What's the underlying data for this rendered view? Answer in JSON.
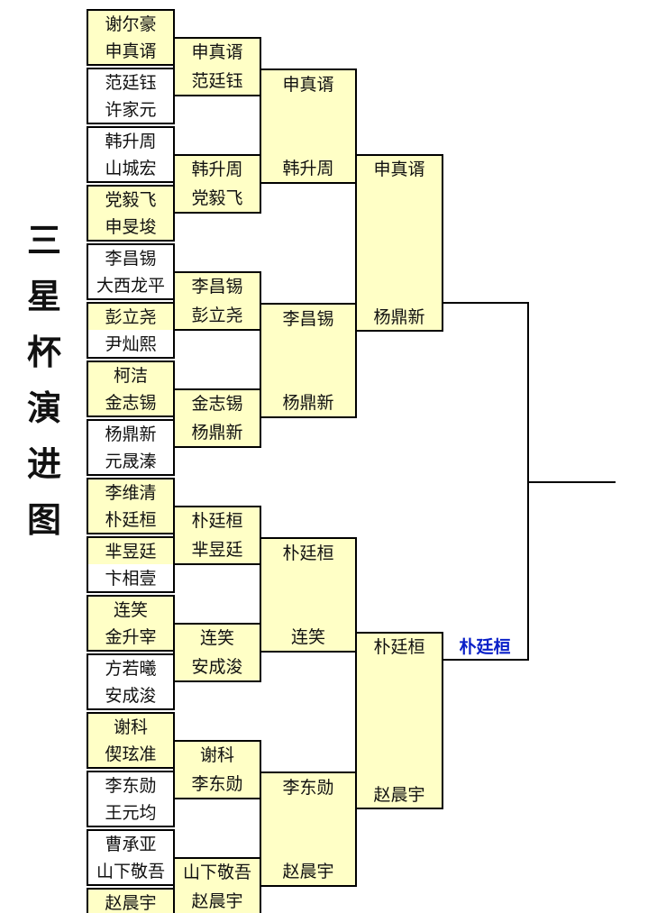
{
  "title": [
    "三",
    "星",
    "杯",
    "演",
    "进",
    "图"
  ],
  "round1": [
    [
      "谢尔豪",
      "申真谞"
    ],
    [
      "范廷钰",
      "许家元"
    ],
    [
      "韩升周",
      "山城宏"
    ],
    [
      "党毅飞",
      "申旻埈"
    ],
    [
      "李昌锡",
      "大西龙平"
    ],
    [
      "彭立尧",
      "尹灿熙"
    ],
    [
      "柯洁",
      "金志锡"
    ],
    [
      "杨鼎新",
      "元晟溱"
    ],
    [
      "李维清",
      "朴廷桓"
    ],
    [
      "芈昱廷",
      "卞相壹"
    ],
    [
      "连笑",
      "金升宰"
    ],
    [
      "方若曦",
      "安成浚"
    ],
    [
      "谢科",
      "偰玹准"
    ],
    [
      "李东勋",
      "王元均"
    ],
    [
      "曹承亚",
      "山下敬吾"
    ],
    [
      "赵晨宇",
      ""
    ]
  ],
  "round2": [
    [
      "申真谞",
      "范廷钰"
    ],
    [
      "韩升周",
      "党毅飞"
    ],
    [
      "李昌锡",
      "彭立尧"
    ],
    [
      "金志锡",
      "杨鼎新"
    ],
    [
      "朴廷桓",
      "芈昱廷"
    ],
    [
      "连笑",
      "安成浚"
    ],
    [
      "谢科",
      "李东勋"
    ],
    [
      "山下敬吾",
      "赵晨宇"
    ]
  ],
  "round3": [
    [
      "申真谞",
      "韩升周"
    ],
    [
      "李昌锡",
      "杨鼎新"
    ],
    [
      "朴廷桓",
      "连笑"
    ],
    [
      "李东勋",
      "赵晨宇"
    ]
  ],
  "round4": [
    [
      "申真谞",
      "杨鼎新"
    ],
    [
      "朴廷桓",
      "赵晨宇"
    ]
  ],
  "final": [
    "",
    "朴廷桓"
  ],
  "colors": {
    "highlight": "#ffffc6",
    "champion": "#0a20c8"
  }
}
